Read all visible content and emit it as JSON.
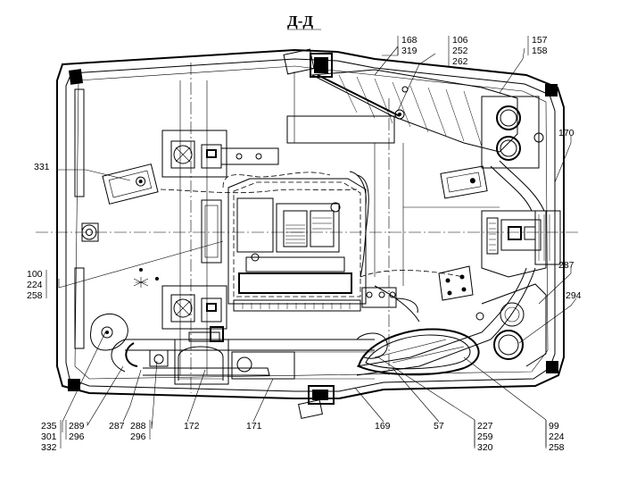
{
  "title": "Д-Д",
  "callouts": [
    {
      "id": "c168",
      "lines": [
        "168",
        "319"
      ]
    },
    {
      "id": "c106",
      "lines": [
        "106",
        "252",
        "262"
      ]
    },
    {
      "id": "c157",
      "lines": [
        "157",
        "158"
      ]
    },
    {
      "id": "c170",
      "lines": [
        "170"
      ]
    },
    {
      "id": "c331",
      "lines": [
        "331"
      ]
    },
    {
      "id": "c100",
      "lines": [
        "100",
        "224",
        "258"
      ]
    },
    {
      "id": "c287r",
      "lines": [
        "287"
      ]
    },
    {
      "id": "c294",
      "lines": [
        "294"
      ]
    },
    {
      "id": "c235",
      "lines": [
        "235",
        "301",
        "332"
      ]
    },
    {
      "id": "c289",
      "lines": [
        "289",
        "296"
      ]
    },
    {
      "id": "c287",
      "lines": [
        "287"
      ]
    },
    {
      "id": "c288",
      "lines": [
        "288",
        "296"
      ]
    },
    {
      "id": "c172",
      "lines": [
        "172"
      ]
    },
    {
      "id": "c171",
      "lines": [
        "171"
      ]
    },
    {
      "id": "c169",
      "lines": [
        "169"
      ]
    },
    {
      "id": "c57",
      "lines": [
        "57"
      ]
    },
    {
      "id": "c227",
      "lines": [
        "227",
        "259",
        "320"
      ]
    },
    {
      "id": "c99",
      "lines": [
        "99",
        "224",
        "258"
      ]
    }
  ]
}
